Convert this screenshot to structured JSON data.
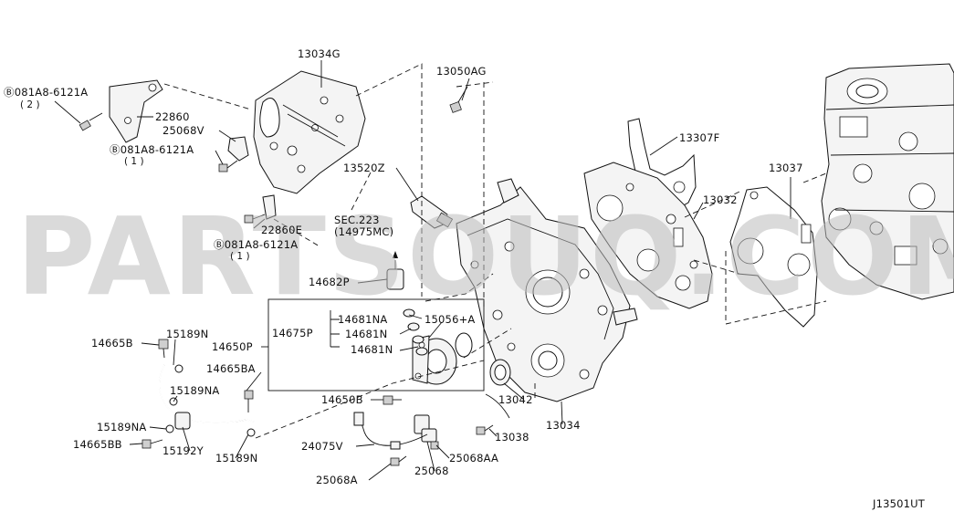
{
  "diagram": {
    "code": "J13501UT",
    "watermark": "PARTSOUQ.COM",
    "labels": {
      "l13034G": "13034G",
      "l13050AG": "13050AG",
      "l081A8_a": "Ⓑ081A8-6121A",
      "l081A8_a_qty": "( 2 )",
      "l22860": "22860",
      "l25068V": "25068V",
      "l081A8_b": "Ⓑ081A8-6121A",
      "l081A8_b_qty": "( 1 )",
      "l13307F": "13307F",
      "l13520Z": "13520Z",
      "l13037": "13037",
      "l13032": "13032",
      "l22860E": "22860E",
      "lSEC": "SEC.223",
      "lSEC2": "(14975MC)",
      "l081A8_c": "Ⓑ081A8-6121A",
      "l081A8_c_qty": "( 1 )",
      "l14682P": "14682P",
      "l14675P": "14675P",
      "l14681NA": "14681NA",
      "l15056A": "15056+A",
      "l14681N_1": "14681N",
      "l14681N_2": "14681N",
      "l14665B": "14665B",
      "l15189N_top": "15189N",
      "l14650P": "14650P",
      "l14665BA": "14665BA",
      "l15189NA_1": "15189NA",
      "l14650B": "14650B",
      "l13042": "13042",
      "l13034": "13034",
      "l15189NA_2": "15189NA",
      "l13038": "13038",
      "l14665BB": "14665BB",
      "l15192Y": "15192Y",
      "l24075V": "24075V",
      "l25068AA": "25068AA",
      "l15189N_bot": "15189N",
      "l25068A": "25068A",
      "l25068": "25068"
    }
  }
}
